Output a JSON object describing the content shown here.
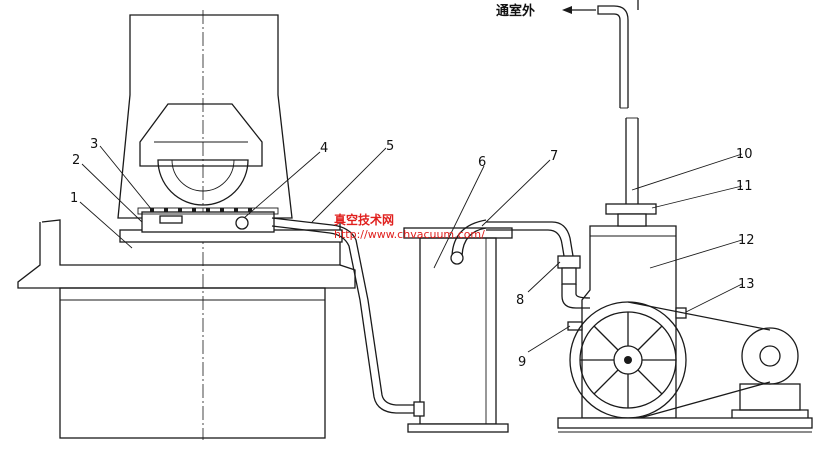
{
  "diagram": {
    "exhaust_label": "通室外",
    "callouts": [
      "1",
      "2",
      "3",
      "4",
      "5",
      "6",
      "7",
      "8",
      "9",
      "10",
      "11",
      "12",
      "13"
    ]
  },
  "watermark": {
    "line1": "真空技术网",
    "line2": "http://www.chvacuum.com/"
  },
  "colors": {
    "line": "#1a1a1a",
    "watermark": "#e0201e",
    "background": "#ffffff"
  }
}
